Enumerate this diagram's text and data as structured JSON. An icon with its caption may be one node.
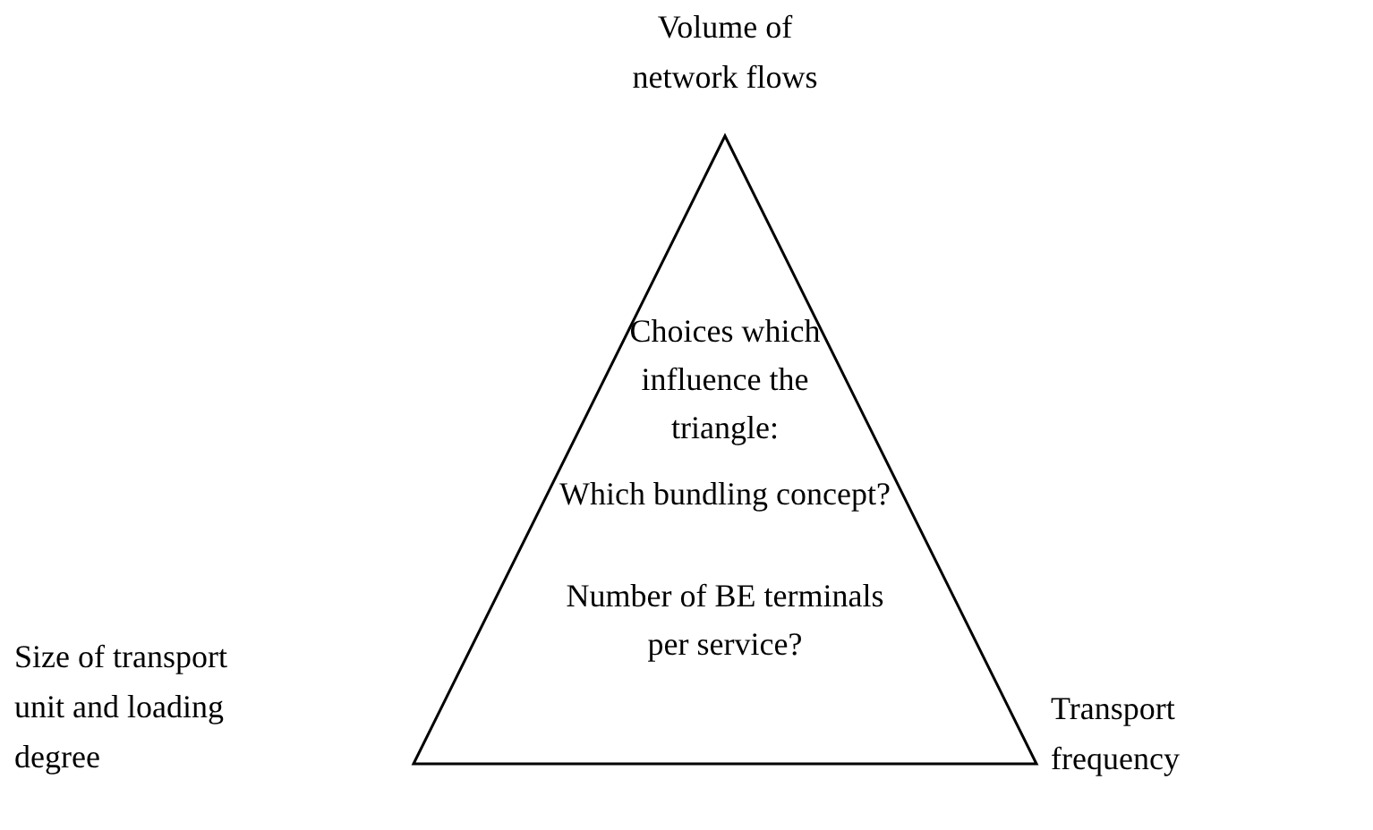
{
  "diagram": {
    "nodes": [
      {
        "text": [
          "Choices which influence the triangle:",
          "Which bundling concept?",
          "Number of BE terminals per service?"
        ]
      }
    ],
    "labels": [
      "Volume of network flows",
      "Size of transport unit and loading degree",
      "Transport frequency"
    ]
  }
}
